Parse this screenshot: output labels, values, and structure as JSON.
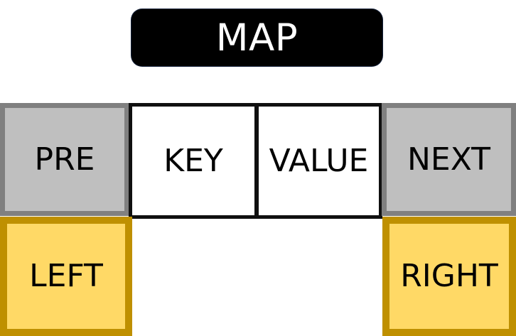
{
  "title_button": {
    "label": "MAP",
    "background": "#000000",
    "text_color": "#ffffff"
  },
  "nav_row": {
    "cells": [
      {
        "label": "PRE",
        "kind": "nav",
        "fill": "#bfbfbf",
        "border": "#808080"
      },
      {
        "label": "KEY",
        "kind": "data",
        "fill": "#ffffff",
        "border": "#101010"
      },
      {
        "label": "VALUE",
        "kind": "data",
        "fill": "#ffffff",
        "border": "#101010"
      },
      {
        "label": "NEXT",
        "kind": "nav",
        "fill": "#bfbfbf",
        "border": "#808080"
      }
    ]
  },
  "action_row": {
    "cells": [
      {
        "label": "LEFT",
        "kind": "action",
        "fill": "#ffd966",
        "border": "#bf9000"
      },
      {
        "label": "RIGHT",
        "kind": "action",
        "fill": "#ffd966",
        "border": "#bf9000"
      }
    ]
  }
}
